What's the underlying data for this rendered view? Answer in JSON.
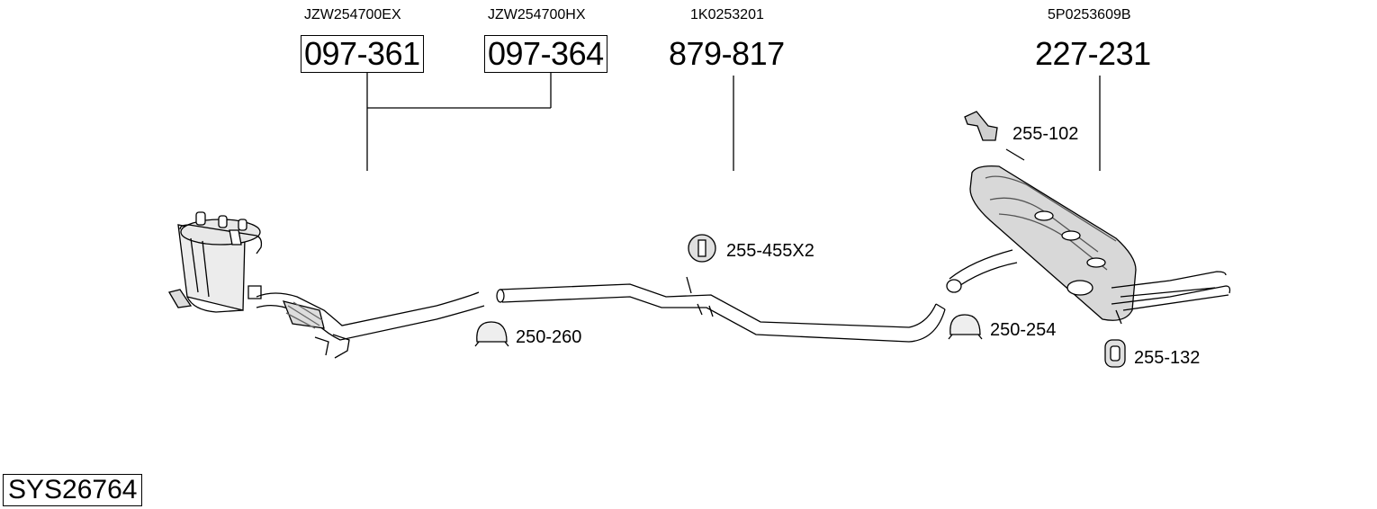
{
  "system_code": "SYS26764",
  "parts": [
    {
      "oe": "JZW254700EX",
      "number": "097-361"
    },
    {
      "oe": "JZW254700HX",
      "number": "097-364"
    },
    {
      "oe": "1K0253201",
      "number": "879-817"
    },
    {
      "oe": "5P0253609B",
      "number": "227-231"
    }
  ],
  "accessories": [
    {
      "number": "255-102"
    },
    {
      "number": "255-455X2"
    },
    {
      "number": "250-260"
    },
    {
      "number": "250-254"
    },
    {
      "number": "255-132"
    }
  ]
}
